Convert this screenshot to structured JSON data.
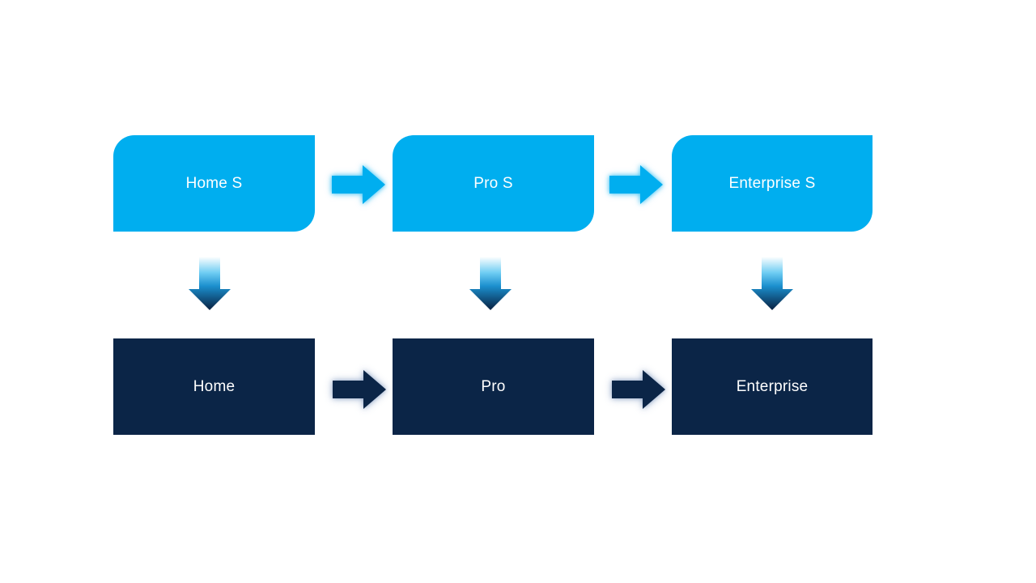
{
  "diagram": {
    "top_row": {
      "nodes": [
        {
          "label": "Home S"
        },
        {
          "label": "Pro S"
        },
        {
          "label": "Enterprise S"
        }
      ]
    },
    "bottom_row": {
      "nodes": [
        {
          "label": "Home"
        },
        {
          "label": "Pro"
        },
        {
          "label": "Enterprise"
        }
      ]
    },
    "colors": {
      "background": "#ffffff",
      "light_blue": "#00aeef",
      "dark_navy": "#0b2547",
      "label_text": "#ffffff",
      "light_arrow_glow": "#8ed8f8",
      "dark_arrow_glow": "#a9b8d0",
      "down_gradient_top": "#ffffff",
      "down_gradient_mid1": "#6fcdf3",
      "down_gradient_mid2": "#1b8fce",
      "down_gradient_bottom": "#092040"
    }
  }
}
